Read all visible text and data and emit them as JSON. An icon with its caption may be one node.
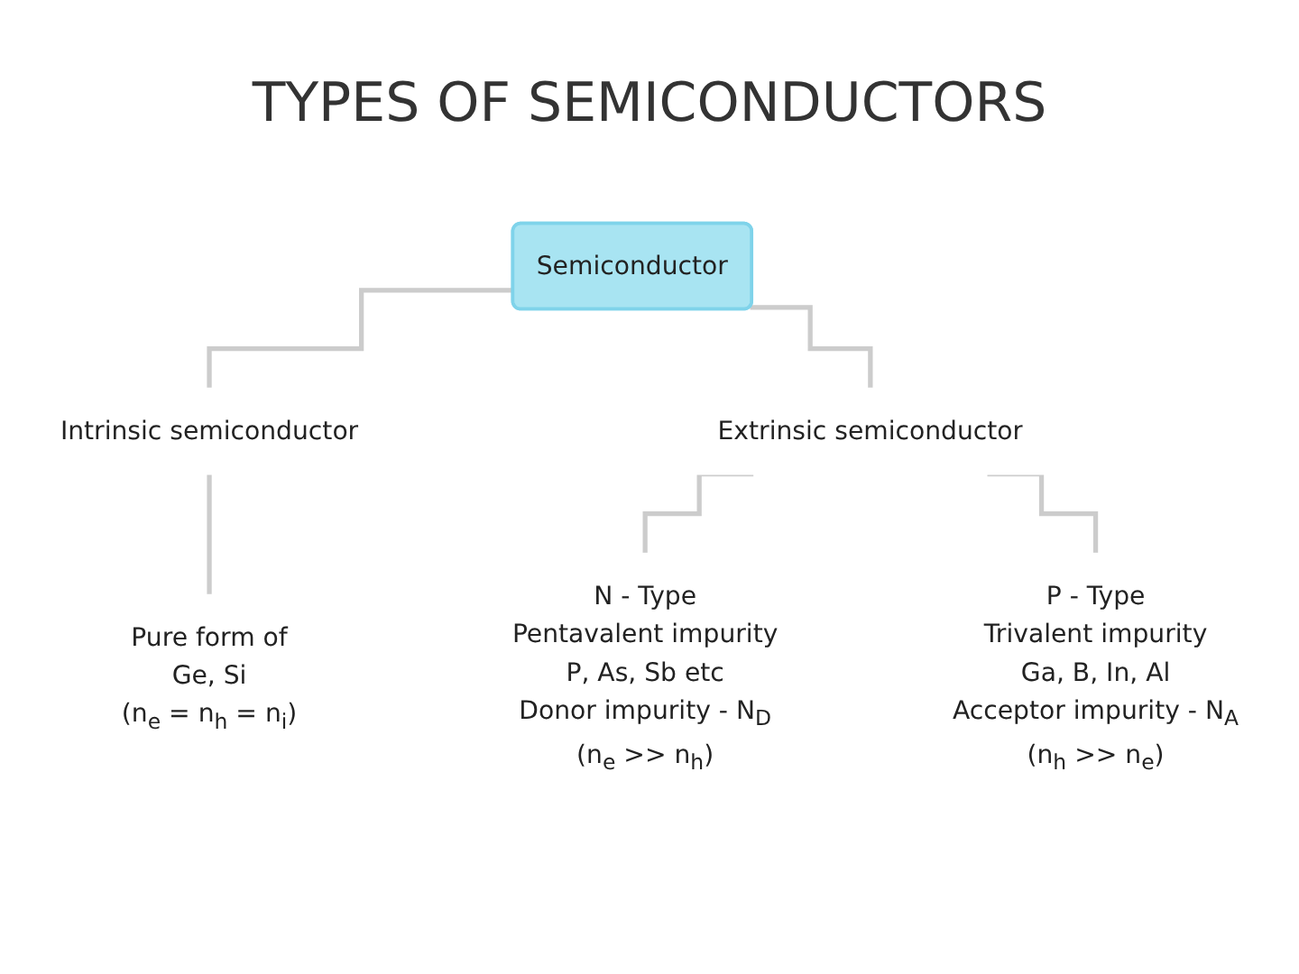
{
  "diagram": {
    "title": "TYPES OF SEMICONDUCTORS",
    "nodes": [
      {
        "text": [
          "Semiconductor"
        ]
      },
      {
        "text": [
          "Intrinsic semiconductor"
        ]
      },
      {
        "text": [
          "Extrinsic semiconductor"
        ]
      },
      {
        "text": [
          "Pure form of",
          "Ge, Si",
          "(n$_{e}$ = n$_{h}$ = n$_{i}$)"
        ]
      },
      {
        "text": [
          "N - Type",
          "Pentavalent impurity",
          "P, As, Sb etc",
          "Donor impurity - N$_{D}$",
          "(n$_{e}$ >> n$_{h}$)"
        ]
      },
      {
        "text": [
          "P - Type",
          "Trivalent impurity",
          "Ga, B, In, Al",
          "Acceptor impurity - N$_{A}$",
          "(n$_{h}$ >> n$_{e}$)"
        ]
      }
    ],
    "edges": [
      {
        "from": 0,
        "to": 1,
        "arrow": "none"
      },
      {
        "from": 0,
        "to": 2,
        "arrow": "none"
      },
      {
        "from": 1,
        "to": 3,
        "arrow": "none"
      },
      {
        "from": 2,
        "to": 4,
        "arrow": "none"
      },
      {
        "from": 2,
        "to": 5,
        "arrow": "none"
      }
    ]
  }
}
